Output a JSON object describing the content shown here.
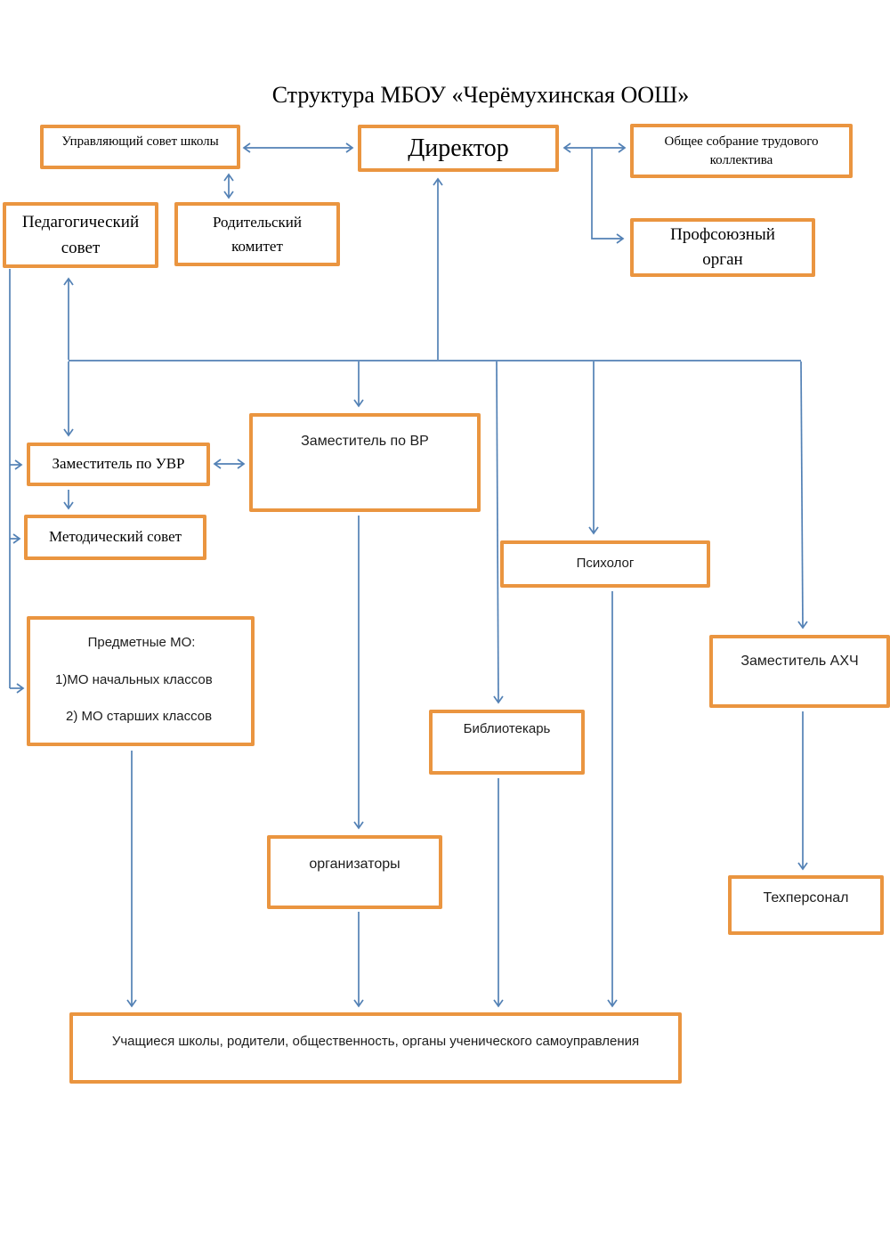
{
  "title": "Структура МБОУ «Черёмухинская ООШ»",
  "colors": {
    "box_border": "#EA9540",
    "connector": "#5381B5",
    "text": "#1C1C1C",
    "background": "#FFFFFF"
  },
  "nodes": {
    "governing_council": {
      "label": "Управляющий совет школы"
    },
    "director": {
      "label": "Директор"
    },
    "general_meeting": {
      "label": "Общее собрание трудового коллектива"
    },
    "pedagogical_council": {
      "label": "Педагогический совет"
    },
    "parent_committee": {
      "label": "Родительский комитет"
    },
    "trade_union": {
      "label": "Профсоюзный орган"
    },
    "deputy_uvr": {
      "label": "Заместитель по УВР"
    },
    "deputy_vr": {
      "label": "Заместитель по ВР"
    },
    "methodical_council": {
      "label": "Методический совет"
    },
    "psychologist": {
      "label": "Психолог"
    },
    "subject_mo": {
      "title": "Предметные МО:",
      "item1": "1)МО начальных классов",
      "item2": "2) МО старших классов"
    },
    "deputy_ahch": {
      "label": "Заместитель АХЧ"
    },
    "librarian": {
      "label": "Библиотекарь"
    },
    "organizers": {
      "label": "организаторы"
    },
    "tech_staff": {
      "label": "Техперсонал"
    },
    "students": {
      "label": "Учащиеся школы, родители, общественность, органы ученического самоуправления"
    }
  }
}
